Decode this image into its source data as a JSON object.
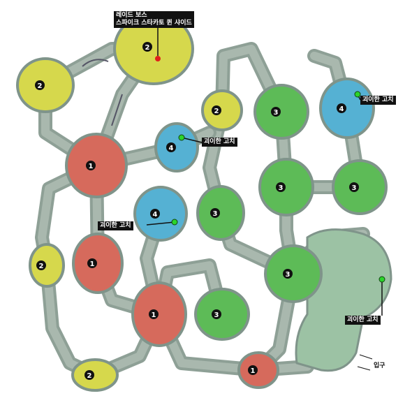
{
  "colors": {
    "corridor": "#8ea096",
    "corridor_inner": "#a9b8ae",
    "level1": "#d66a5c",
    "level2": "#d6d84c",
    "level3": "#5dbb57",
    "level4": "#55b1d3",
    "entrance_area": "#9cc2a4"
  },
  "boss_label": {
    "line1": "레이드 보스",
    "line2": "스파이크 스타카토 퀸 샤이드"
  },
  "cocoon_label": "괴이한 고치",
  "entrance_label": "입구",
  "rooms": [
    {
      "level": "2",
      "color": "level2"
    },
    {
      "level": "2",
      "color": "level2"
    },
    {
      "level": "2",
      "color": "level2"
    },
    {
      "level": "2",
      "color": "level2"
    },
    {
      "level": "2",
      "color": "level2"
    },
    {
      "level": "1",
      "color": "level1"
    },
    {
      "level": "1",
      "color": "level1"
    },
    {
      "level": "1",
      "color": "level1"
    },
    {
      "level": "1",
      "color": "level1"
    },
    {
      "level": "4",
      "color": "level4"
    },
    {
      "level": "4",
      "color": "level4"
    },
    {
      "level": "4",
      "color": "level4"
    },
    {
      "level": "3",
      "color": "level3"
    },
    {
      "level": "3",
      "color": "level3"
    },
    {
      "level": "3",
      "color": "level3"
    },
    {
      "level": "3",
      "color": "level3"
    },
    {
      "level": "3",
      "color": "level3"
    },
    {
      "level": "3",
      "color": "level3"
    }
  ]
}
